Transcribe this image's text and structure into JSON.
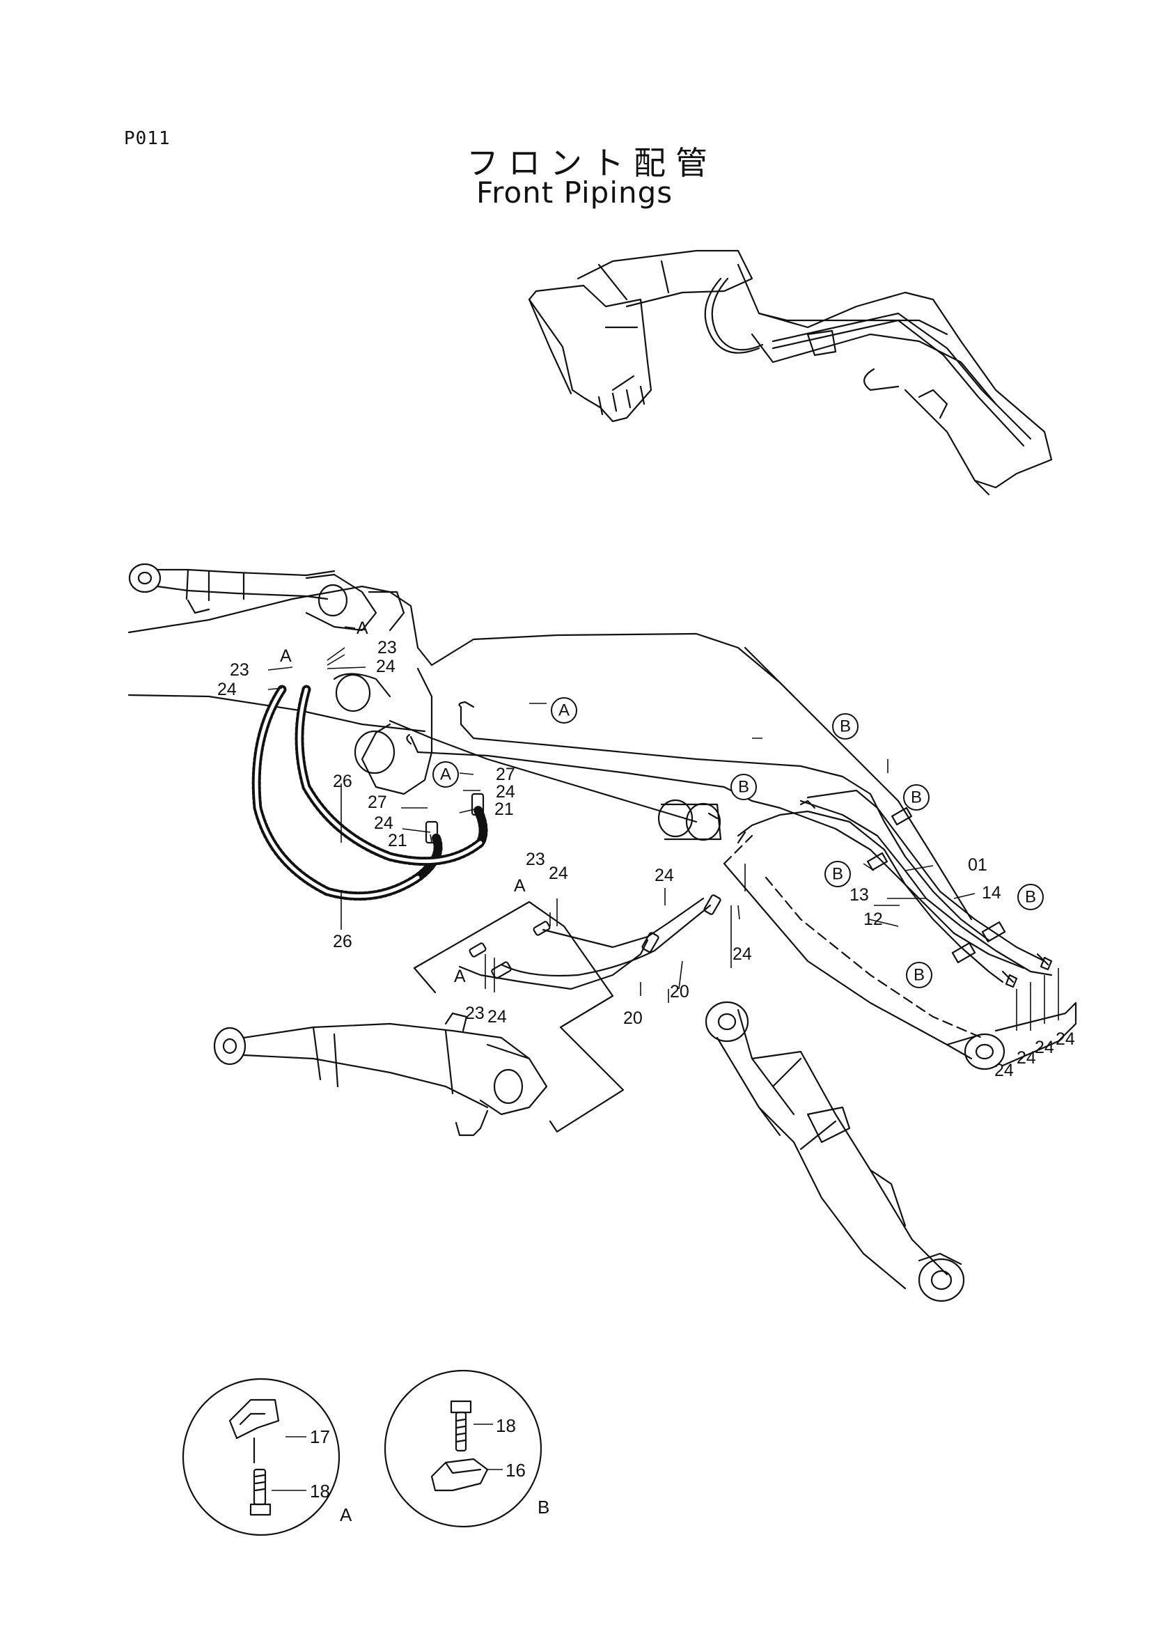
{
  "header": {
    "page_code": "P011",
    "title_jp": "フロント配管",
    "title_en": "Front Pipings"
  },
  "callouts": [
    "23",
    "24",
    "A",
    "A",
    "23",
    "24",
    "26",
    "26",
    "27",
    "24",
    "21",
    "27",
    "24",
    "21",
    "23",
    "24",
    "A",
    "24",
    "20",
    "20",
    "24",
    "A",
    "23",
    "24",
    "01",
    "14",
    "13",
    "12",
    "24",
    "24",
    "24",
    "24"
  ],
  "circled_refs": [
    "A",
    "A",
    "B",
    "B",
    "B",
    "B",
    "B",
    "B"
  ],
  "details": {
    "a": {
      "label": "A",
      "part_top": "17",
      "part_bottom": "18"
    },
    "b": {
      "label": "B",
      "part_top": "18",
      "part_bottom": "16"
    }
  }
}
